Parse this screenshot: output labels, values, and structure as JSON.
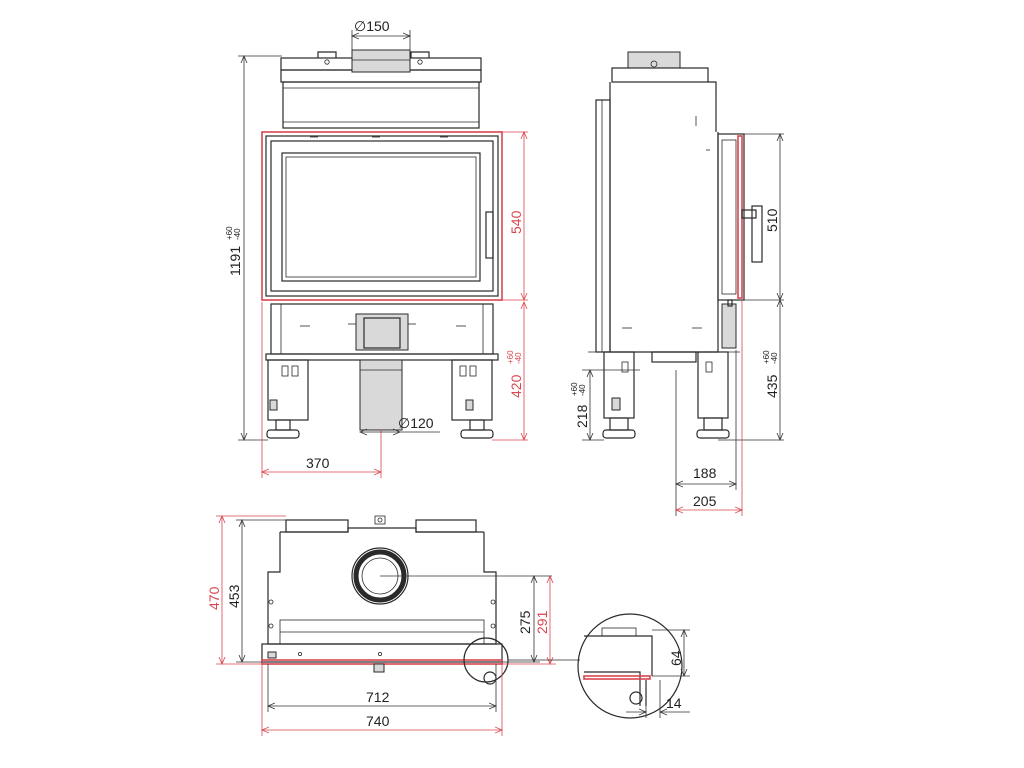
{
  "front_view": {
    "flue_diameter": "∅150",
    "total_height": "1191",
    "total_height_tol_plus": "+60",
    "total_height_tol_minus": "-40",
    "door_height": "540",
    "base_height": "420",
    "base_height_tol_plus": "+60",
    "base_height_tol_minus": "-40",
    "offset_width": "370",
    "air_inlet_diameter": "∅120"
  },
  "side_view": {
    "glass_height": "510",
    "lower_height": "435",
    "lower_height_tol_plus": "+60",
    "lower_height_tol_minus": "-40",
    "leg_height": "218",
    "leg_height_tol_plus": "+60",
    "leg_height_tol_minus": "-40",
    "depth_inner": "188",
    "depth_outer": "205"
  },
  "top_view": {
    "depth_outer": "470",
    "depth_inner": "453",
    "flue_center_inner": "275",
    "flue_center_outer": "291",
    "width_inner": "712",
    "width_outer": "740"
  },
  "detail_view": {
    "detail_height": "64",
    "detail_offset": "14"
  }
}
